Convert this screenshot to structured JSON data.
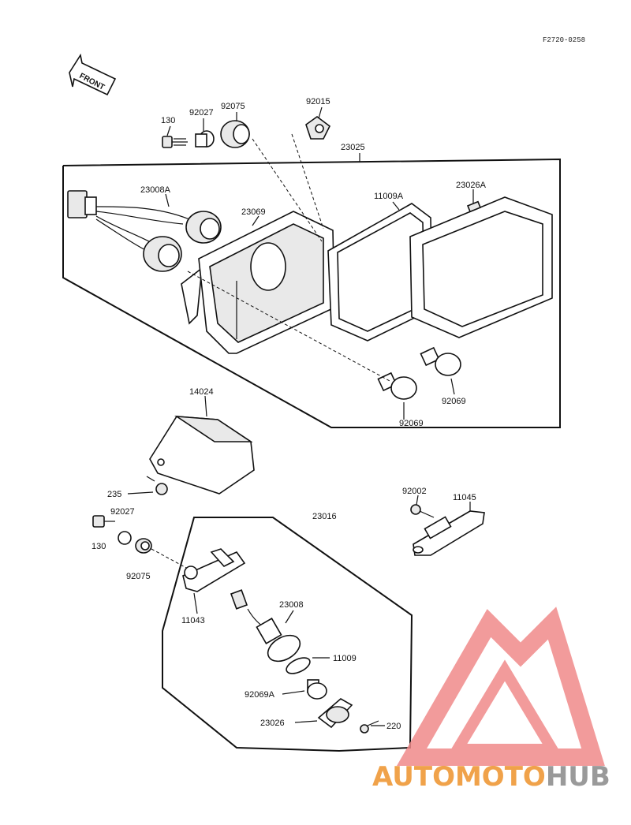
{
  "figure_code": "F2720-0258",
  "front_label": "FRONT",
  "parts": {
    "p130_top": "130",
    "p92027_top": "92027",
    "p92075_top": "92075",
    "p92015": "92015",
    "p23025": "23025",
    "p23008A": "23008A",
    "p23069": "23069",
    "p11009A": "11009A",
    "p23026A": "23026A",
    "p92069_a": "92069",
    "p92069_b": "92069",
    "p14024": "14024",
    "p235": "235",
    "p92027_bot": "92027",
    "p130_bot": "130",
    "p92075_bot": "92075",
    "p23016": "23016",
    "p92002": "92002",
    "p11045": "11045",
    "p11043": "11043",
    "p23008": "23008",
    "p11009": "11009",
    "p92069A": "92069A",
    "p23026": "23026",
    "p220": "220"
  },
  "watermark": {
    "part1": "AUTOMOTO",
    "part2": "HUB",
    "triangle_color": "#f08a8a",
    "text_color_1": "#f0a24a",
    "text_color_2": "#9a9a9a"
  }
}
